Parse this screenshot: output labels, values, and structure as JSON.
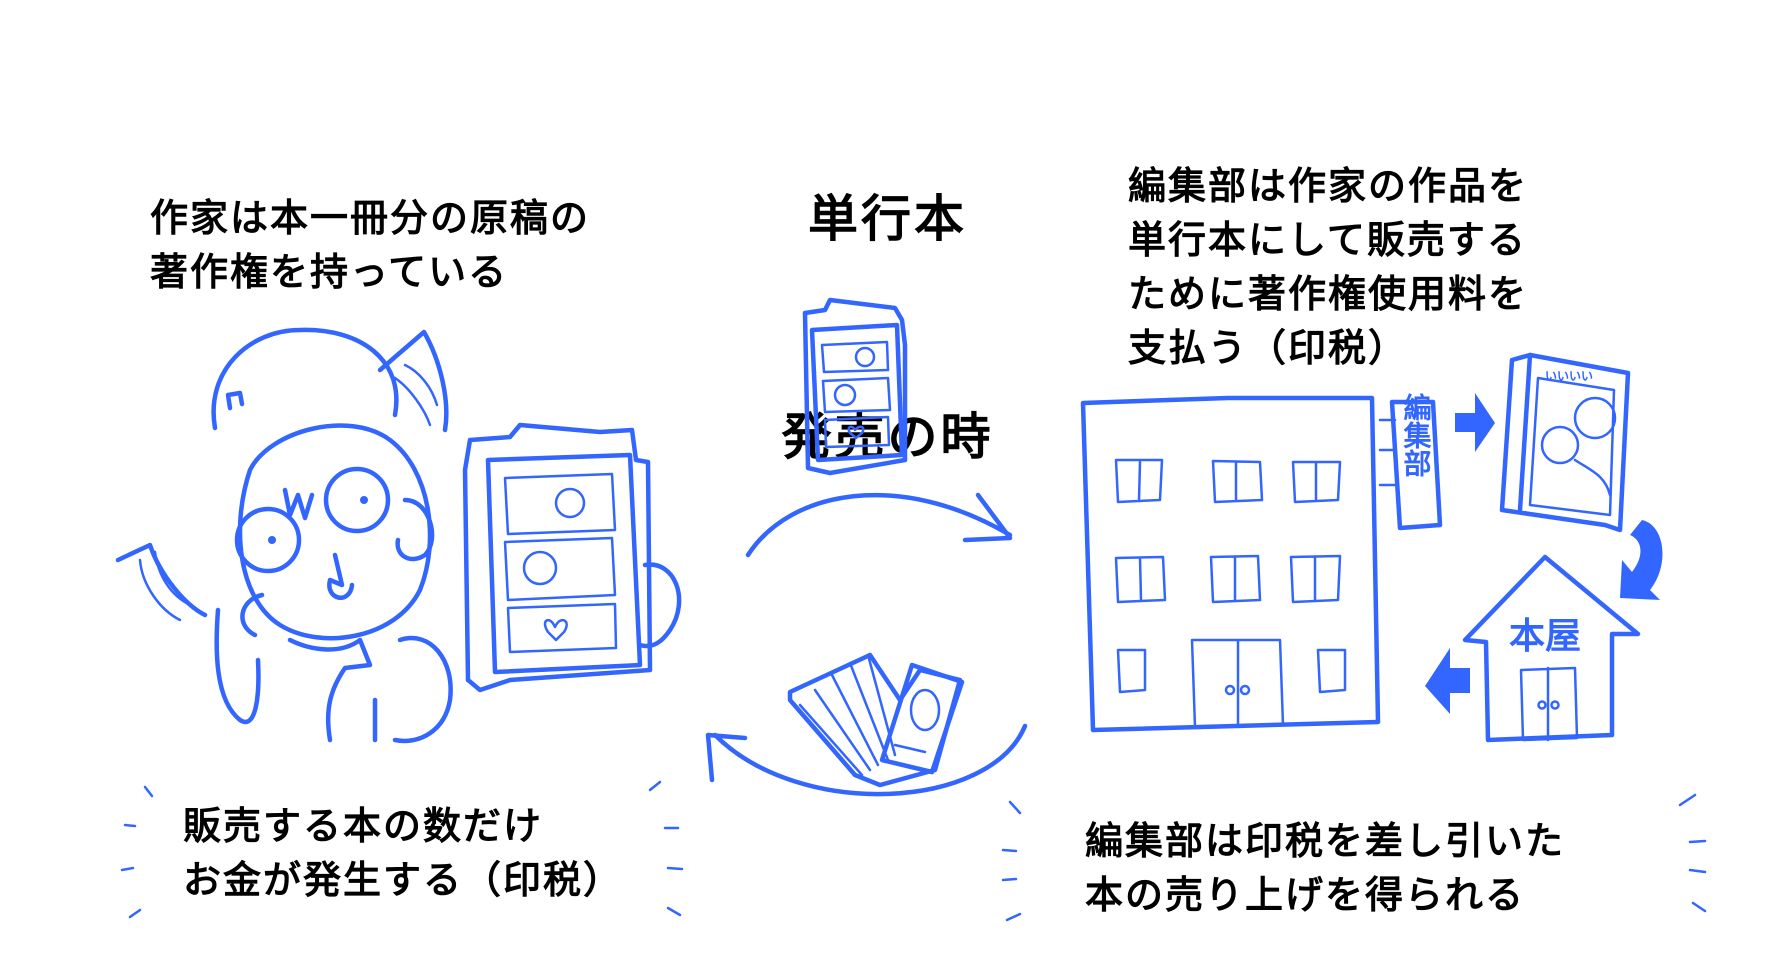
{
  "title": {
    "line1": "単行本",
    "line2": "発売の時"
  },
  "notes": {
    "author": "作家は本一冊分の原稿の\n著作権を持っている",
    "editorial": "編集部は作家の作品を\n単行本にして販売する\nために著作権使用料を\n支払う（印税）",
    "royalty": "販売する本の数だけ\nお金が発生する（印税）",
    "revenue": "編集部は印税を差し引いた\n本の売り上げを得られる"
  },
  "illustrations": {
    "building_sign": "編集部",
    "bookstore_sign": "本屋",
    "cover_text": "いいいい"
  },
  "icons": {
    "author": "author-character-icon",
    "manuscript": "manuscript-pages-icon",
    "money": "banknotes-icon",
    "building": "editorial-building-icon",
    "book": "published-book-icon",
    "store": "bookstore-icon"
  },
  "colors": {
    "ink": "#3366ff",
    "text": "#000000",
    "background": "#ffffff"
  }
}
